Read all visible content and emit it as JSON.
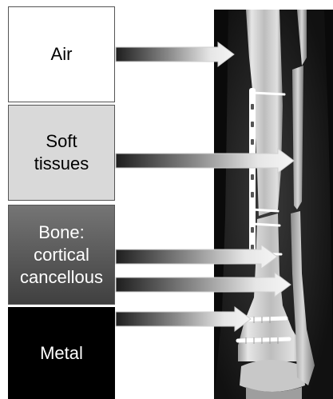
{
  "labels": {
    "air": "Air",
    "soft_tissues": "Soft\ntissues",
    "bone": "Bone:\ncortical\ncancellous",
    "metal": "Metal"
  },
  "colors": {
    "air_box": "#ffffff",
    "soft_box": "#d9d9d9",
    "bone_box": "#5a5a5a",
    "metal_box": "#000000",
    "xray_background": "#0a0a0a"
  },
  "image": {
    "subject": "x-ray of lower leg with metal plate and screws"
  }
}
